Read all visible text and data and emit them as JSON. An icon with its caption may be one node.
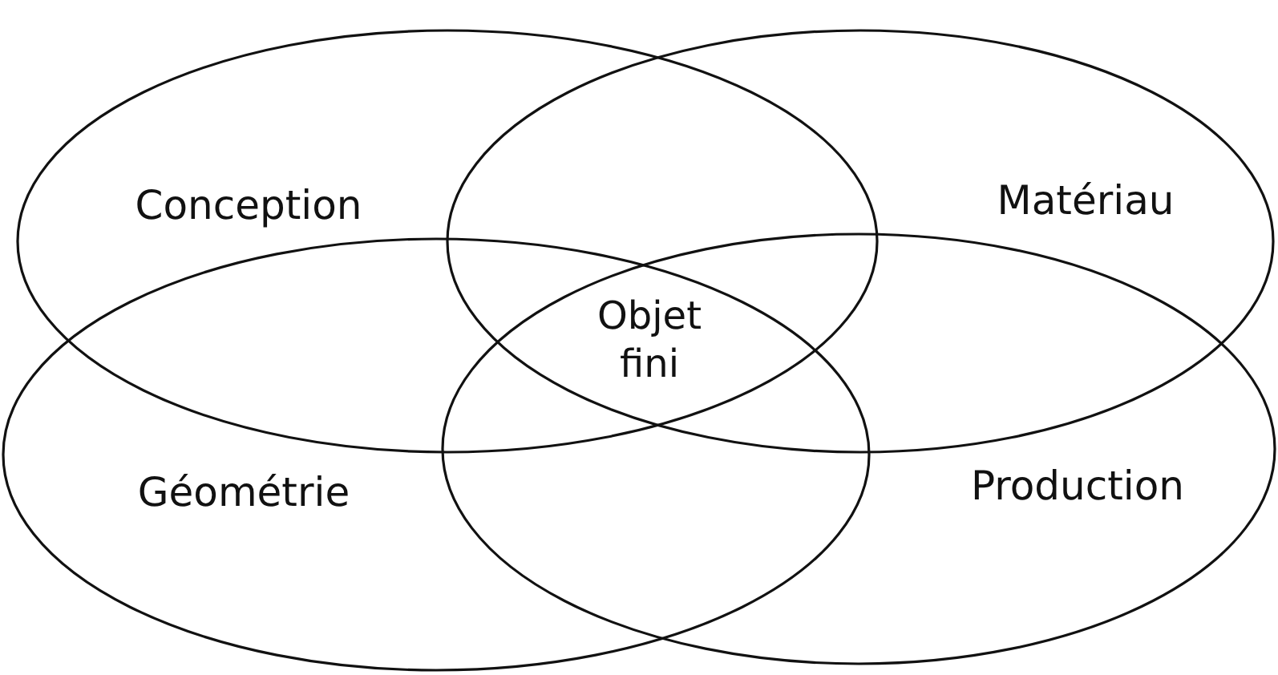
{
  "diagram": {
    "nodes": [
      {
        "text": [
          "Conception"
        ]
      },
      {
        "text": [
          "Matériau"
        ]
      },
      {
        "text": [
          "Géométrie"
        ]
      },
      {
        "text": [
          "Production"
        ]
      }
    ],
    "labels": [
      "Objet fini"
    ]
  }
}
